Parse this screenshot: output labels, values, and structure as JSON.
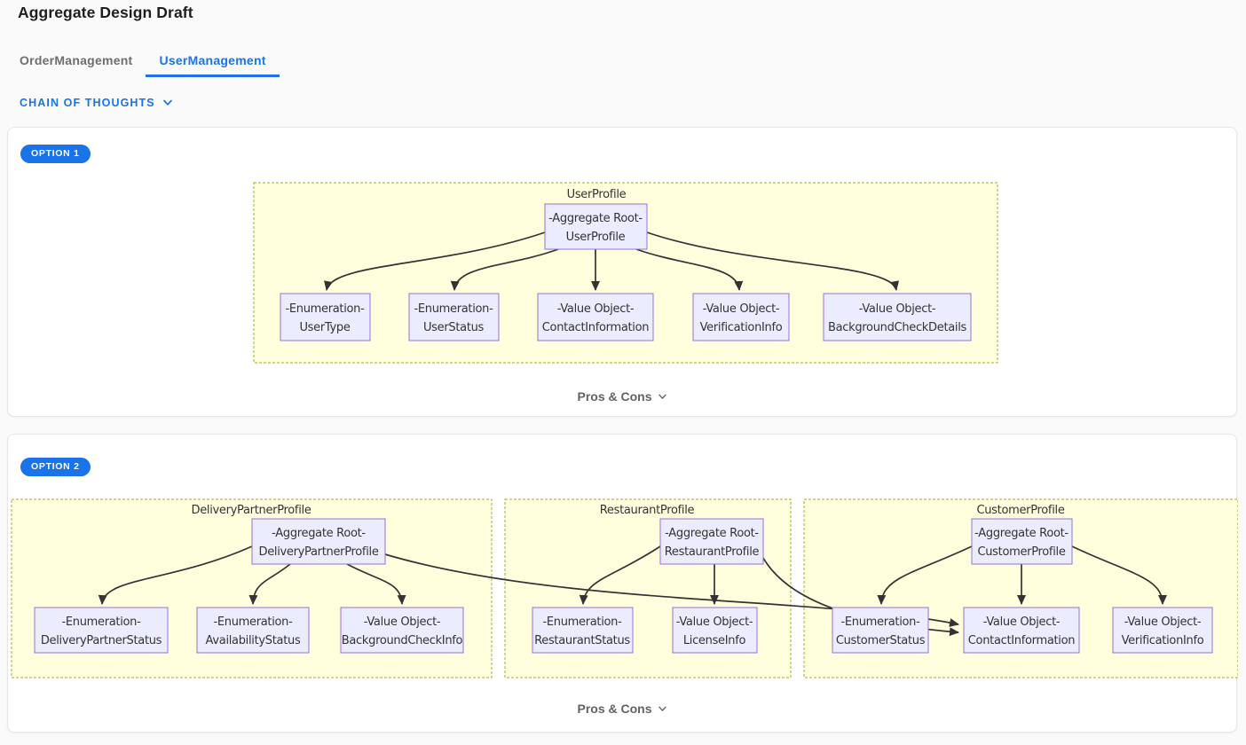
{
  "header": {
    "title": "Aggregate Design Draft"
  },
  "tabs": [
    {
      "label": "OrderManagement"
    },
    {
      "label": "UserManagement"
    }
  ],
  "chain": {
    "label": "CHAIN OF THOUGHTS"
  },
  "options": [
    {
      "badge": "OPTION 1",
      "pros_cons_label": "Pros & Cons",
      "subgraphs": [
        {
          "title": "UserProfile",
          "root": {
            "line1": "-Aggregate Root-",
            "line2": "UserProfile"
          },
          "children": [
            {
              "line1": "-Enumeration-",
              "line2": "UserType"
            },
            {
              "line1": "-Enumeration-",
              "line2": "UserStatus"
            },
            {
              "line1": "-Value Object-",
              "line2": "ContactInformation"
            },
            {
              "line1": "-Value Object-",
              "line2": "VerificationInfo"
            },
            {
              "line1": "-Value Object-",
              "line2": "BackgroundCheckDetails"
            }
          ]
        }
      ]
    },
    {
      "badge": "OPTION 2",
      "pros_cons_label": "Pros & Cons",
      "subgraphs": [
        {
          "title": "DeliveryPartnerProfile",
          "root": {
            "line1": "-Aggregate Root-",
            "line2": "DeliveryPartnerProfile"
          },
          "children": [
            {
              "line1": "-Enumeration-",
              "line2": "DeliveryPartnerStatus"
            },
            {
              "line1": "-Enumeration-",
              "line2": "AvailabilityStatus"
            },
            {
              "line1": "-Value Object-",
              "line2": "BackgroundCheckInfo"
            }
          ]
        },
        {
          "title": "RestaurantProfile",
          "root": {
            "line1": "-Aggregate Root-",
            "line2": "RestaurantProfile"
          },
          "children": [
            {
              "line1": "-Enumeration-",
              "line2": "RestaurantStatus"
            },
            {
              "line1": "-Value Object-",
              "line2": "LicenseInfo"
            }
          ]
        },
        {
          "title": "CustomerProfile",
          "root": {
            "line1": "-Aggregate Root-",
            "line2": "CustomerProfile"
          },
          "children": [
            {
              "line1": "-Enumeration-",
              "line2": "CustomerStatus"
            },
            {
              "line1": "-Value Object-",
              "line2": "ContactInformation"
            },
            {
              "line1": "-Value Object-",
              "line2": "VerificationInfo"
            }
          ]
        }
      ]
    }
  ],
  "colors": {
    "accent_blue": "#1a73e8",
    "cluster_fill": "#ffffde",
    "cluster_border": "#aaaa33",
    "node_fill": "#ececff",
    "node_border": "#9370db",
    "edge": "#333333"
  }
}
